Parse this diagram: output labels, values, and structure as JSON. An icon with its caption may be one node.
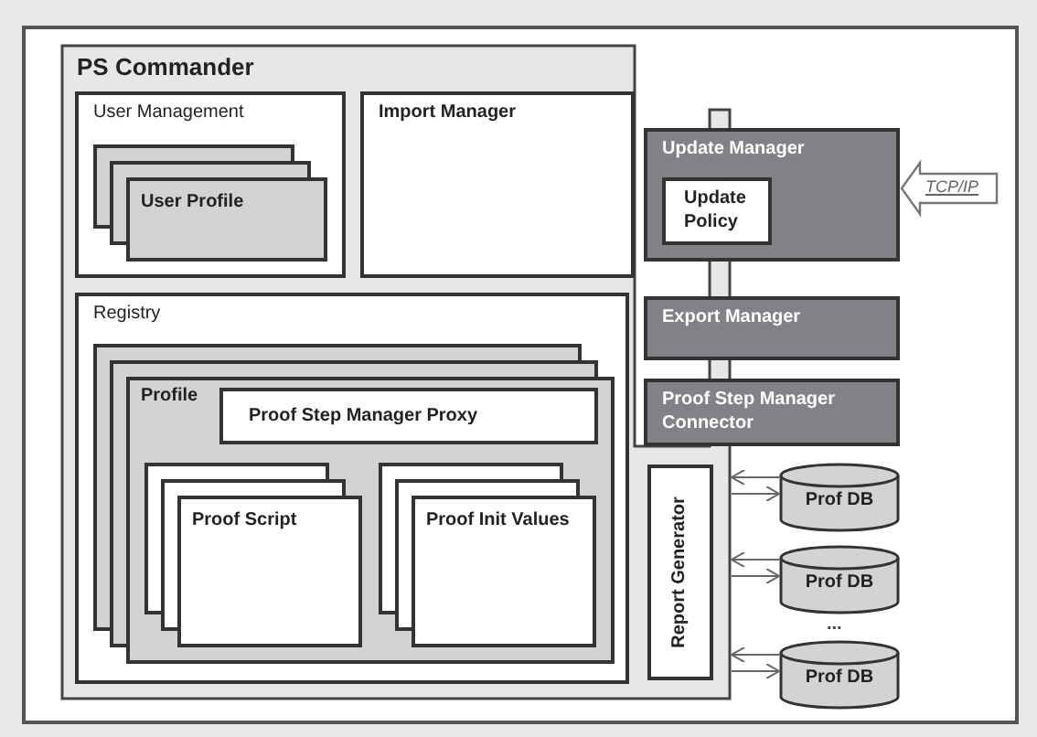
{
  "diagram": {
    "nodes": [
      {
        "text": [
          "PS Commander"
        ]
      },
      {
        "text": [
          "User Management"
        ],
        "in": 0
      },
      {
        "text": [
          "User Profile"
        ],
        "in": 1
      },
      {
        "text": [
          "Import Manager"
        ],
        "in": 0
      },
      {
        "text": [
          "Update Manager"
        ]
      },
      {
        "text": [
          "Update Policy"
        ],
        "in": 4
      },
      {
        "text": [
          "Export Manager"
        ]
      },
      {
        "text": [
          "Proof Step Manager Connector"
        ]
      },
      {
        "text": [
          "Registry"
        ],
        "in": 0
      },
      {
        "text": [
          "Profile"
        ],
        "in": 8
      },
      {
        "text": [
          "Proof Step Manager Proxy"
        ],
        "in": 9
      },
      {
        "text": [
          "Proof Script"
        ],
        "in": 9
      },
      {
        "text": [
          "Proof Init Values"
        ],
        "in": 9
      },
      {
        "text": [
          "Report Generator"
        ],
        "in": 0
      },
      {
        "text": [
          "Prof DB"
        ]
      },
      {
        "text": [
          "Prof DB"
        ]
      },
      {
        "text": [
          "Prof DB"
        ]
      }
    ],
    "edges": [
      {
        "from": null,
        "to": 4,
        "arrow": "to",
        "label": "TCP/IP"
      },
      {
        "from": 14,
        "to": 0,
        "arrow": "to"
      },
      {
        "from": 0,
        "to": 14,
        "arrow": "to"
      },
      {
        "from": 15,
        "to": 0,
        "arrow": "to"
      },
      {
        "from": 0,
        "to": 15,
        "arrow": "to"
      },
      {
        "from": 16,
        "to": 0,
        "arrow": "to"
      },
      {
        "from": 0,
        "to": 16,
        "arrow": "to"
      }
    ],
    "labels": [
      "..."
    ]
  }
}
